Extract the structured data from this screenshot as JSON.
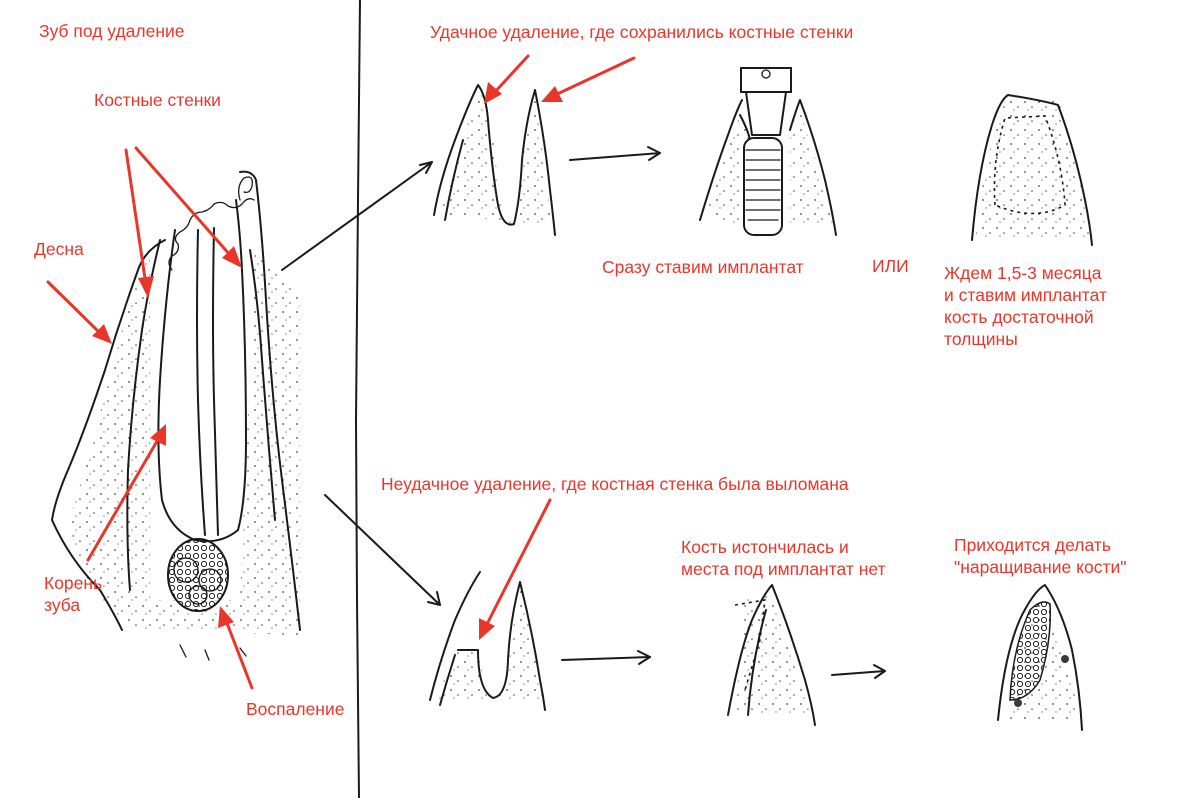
{
  "colors": {
    "label": "#e8372a",
    "ink": "#1a1a1a",
    "paper": "#ffffff"
  },
  "labels": {
    "tooth_for_extraction": "Зуб под удаление",
    "bone_walls": "Костные стенки",
    "gum": "Десна",
    "tooth_root": "Корень\nзуба",
    "inflammation": "Воспаление",
    "successful_extraction": "Удачное удаление, где сохранились костные стенки",
    "implant_immediately": "Сразу ставим имплантат",
    "or": "ИЛИ",
    "wait_then_implant": "Ждем 1,5-3 месяца\nи ставим имплантат\nкость достаточной\nтолщины",
    "failed_extraction": "Неудачное удаление, где костная стенка была выломана",
    "bone_thinned": "Кость истончилась и\nместа под имплантат нет",
    "bone_grafting": "Приходится делать\n\"наращивание кости\""
  }
}
